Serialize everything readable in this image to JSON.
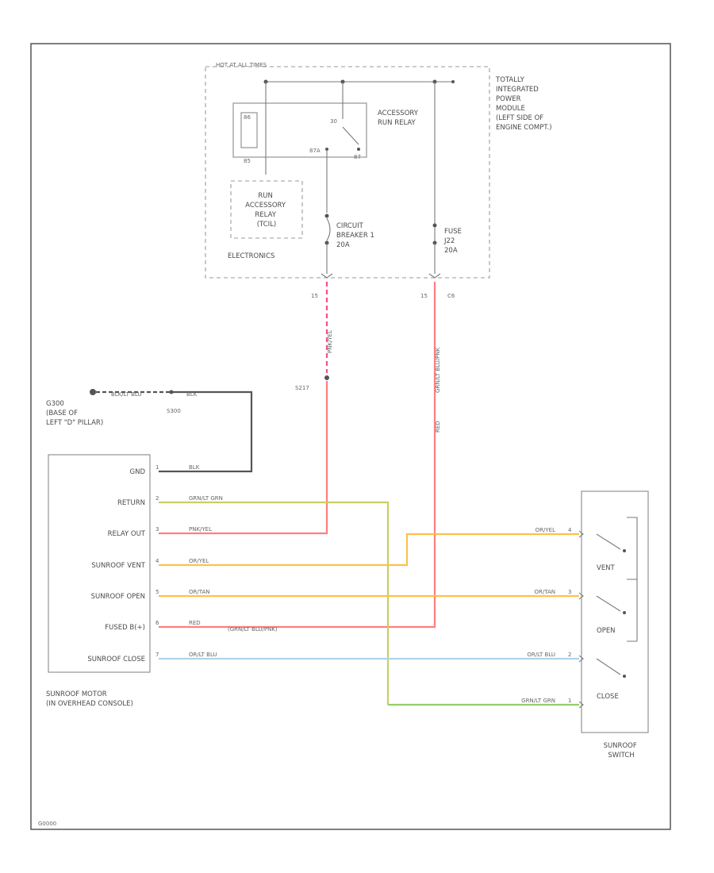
{
  "colors": {
    "red": "#ff7f7f",
    "pink": "#ff4d88",
    "orange": "#ffc04d",
    "yellow_green": "#c8cf62",
    "green": "#93cf6a",
    "light_blue": "#aed4e8",
    "black": "#555555"
  },
  "tipm": {
    "hot_label": "HOT AT ALL TIMES",
    "title_lines": [
      "TOTALLY",
      "INTEGRATED",
      "POWER",
      "MODULE",
      "(LEFT SIDE OF",
      "ENGINE COMPT.)"
    ],
    "relay_label_lines": [
      "ACCESSORY",
      "RUN RELAY"
    ],
    "relay_pins": {
      "p86": "86",
      "p85": "85",
      "p30": "30",
      "p87": "87",
      "p87a": "87A"
    },
    "electronics_box_lines": [
      "RUN",
      "ACCESSORY",
      "RELAY",
      "(TCIL)"
    ],
    "electronics_label": "ELECTRONICS",
    "breaker_lines": [
      "CIRCUIT",
      "BREAKER 1",
      "20A"
    ],
    "fuse_lines": [
      "FUSE",
      "J22",
      "20A"
    ],
    "pin_breaker": "15",
    "pin_fuse_a": "15",
    "pin_fuse_b": "C6"
  },
  "ground": {
    "name": "G300",
    "desc_lines": [
      "(BASE OF",
      "LEFT \"D\" PILLAR)"
    ],
    "wire_color": "BLK/LT BLU",
    "splice": "S300",
    "wire_color_2": "BLK"
  },
  "splice_s217": "S217",
  "wire_labels": {
    "breaker_vertical": "PNK/YEL",
    "fuse_vertical": "GRN/LT BLU/PNK",
    "fuse_lower": "RED"
  },
  "motor": {
    "pins": [
      {
        "label": "GND",
        "pin": "1",
        "wire": "BLK"
      },
      {
        "label": "RETURN",
        "pin": "2",
        "wire": "GRN/LT GRN"
      },
      {
        "label": "RELAY OUT",
        "pin": "3",
        "wire": "PNK/YEL"
      },
      {
        "label": "SUNROOF VENT",
        "pin": "4",
        "wire": "OR/YEL"
      },
      {
        "label": "SUNROOF OPEN",
        "pin": "5",
        "wire": "OR/TAN"
      },
      {
        "label": "FUSED B(+)",
        "pin": "6",
        "wire": "RED"
      },
      {
        "label": "SUNROOF CLOSE",
        "pin": "7",
        "wire": "OR/LT BLU"
      }
    ],
    "fused_extra": "(GRN/LT BLU/PNK)",
    "name_lines": [
      "SUNROOF MOTOR",
      "(IN OVERHEAD CONSOLE)"
    ]
  },
  "switch": {
    "wires": [
      {
        "wire": "OR/YEL",
        "pin": "4"
      },
      {
        "wire": "OR/TAN",
        "pin": "3"
      },
      {
        "wire": "OR/LT BLU",
        "pin": "2"
      },
      {
        "wire": "GRN/LT GRN",
        "pin": "1"
      }
    ],
    "vent": "VENT",
    "open": "OPEN",
    "close": "CLOSE",
    "name_lines": [
      "SUNROOF",
      "SWITCH"
    ]
  },
  "footer_code": "G0000"
}
